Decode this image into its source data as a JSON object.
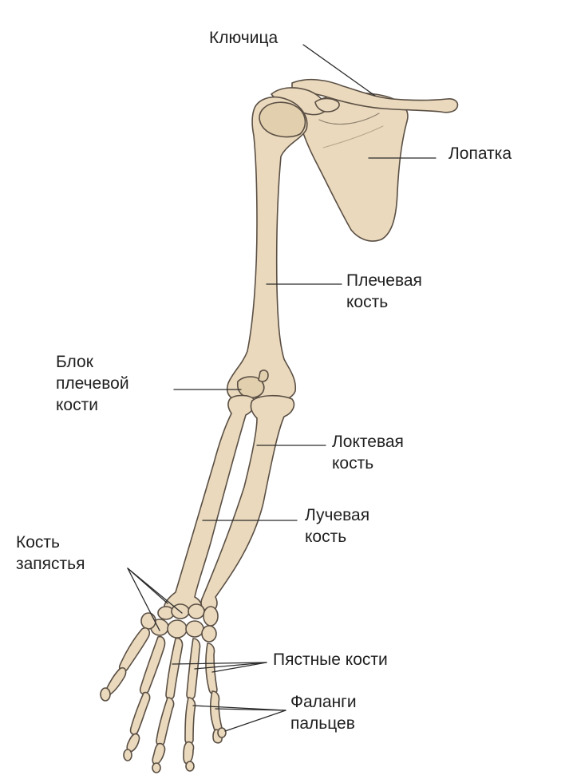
{
  "labels": {
    "clavicle": "Ключица",
    "scapula": "Лопатка",
    "humerus": [
      "Плечевая",
      "кость"
    ],
    "trochlea": [
      "Блок",
      "плечевой",
      "кости"
    ],
    "ulna": [
      "Локтевая",
      "кость"
    ],
    "radius": [
      "Лучевая",
      "кость"
    ],
    "carpal": [
      "Кость",
      "запястья"
    ],
    "metacarpal": "Пястные кости",
    "phalanges": [
      "Фаланги",
      "пальцев"
    ]
  },
  "colors": {
    "bone_fill": "#ead9bd",
    "bone_shade": "#d8c4a2",
    "bone_outline": "#5a4f44",
    "leader_line": "#2b2b2b",
    "text": "#1f1f1f",
    "background": "#ffffff"
  }
}
